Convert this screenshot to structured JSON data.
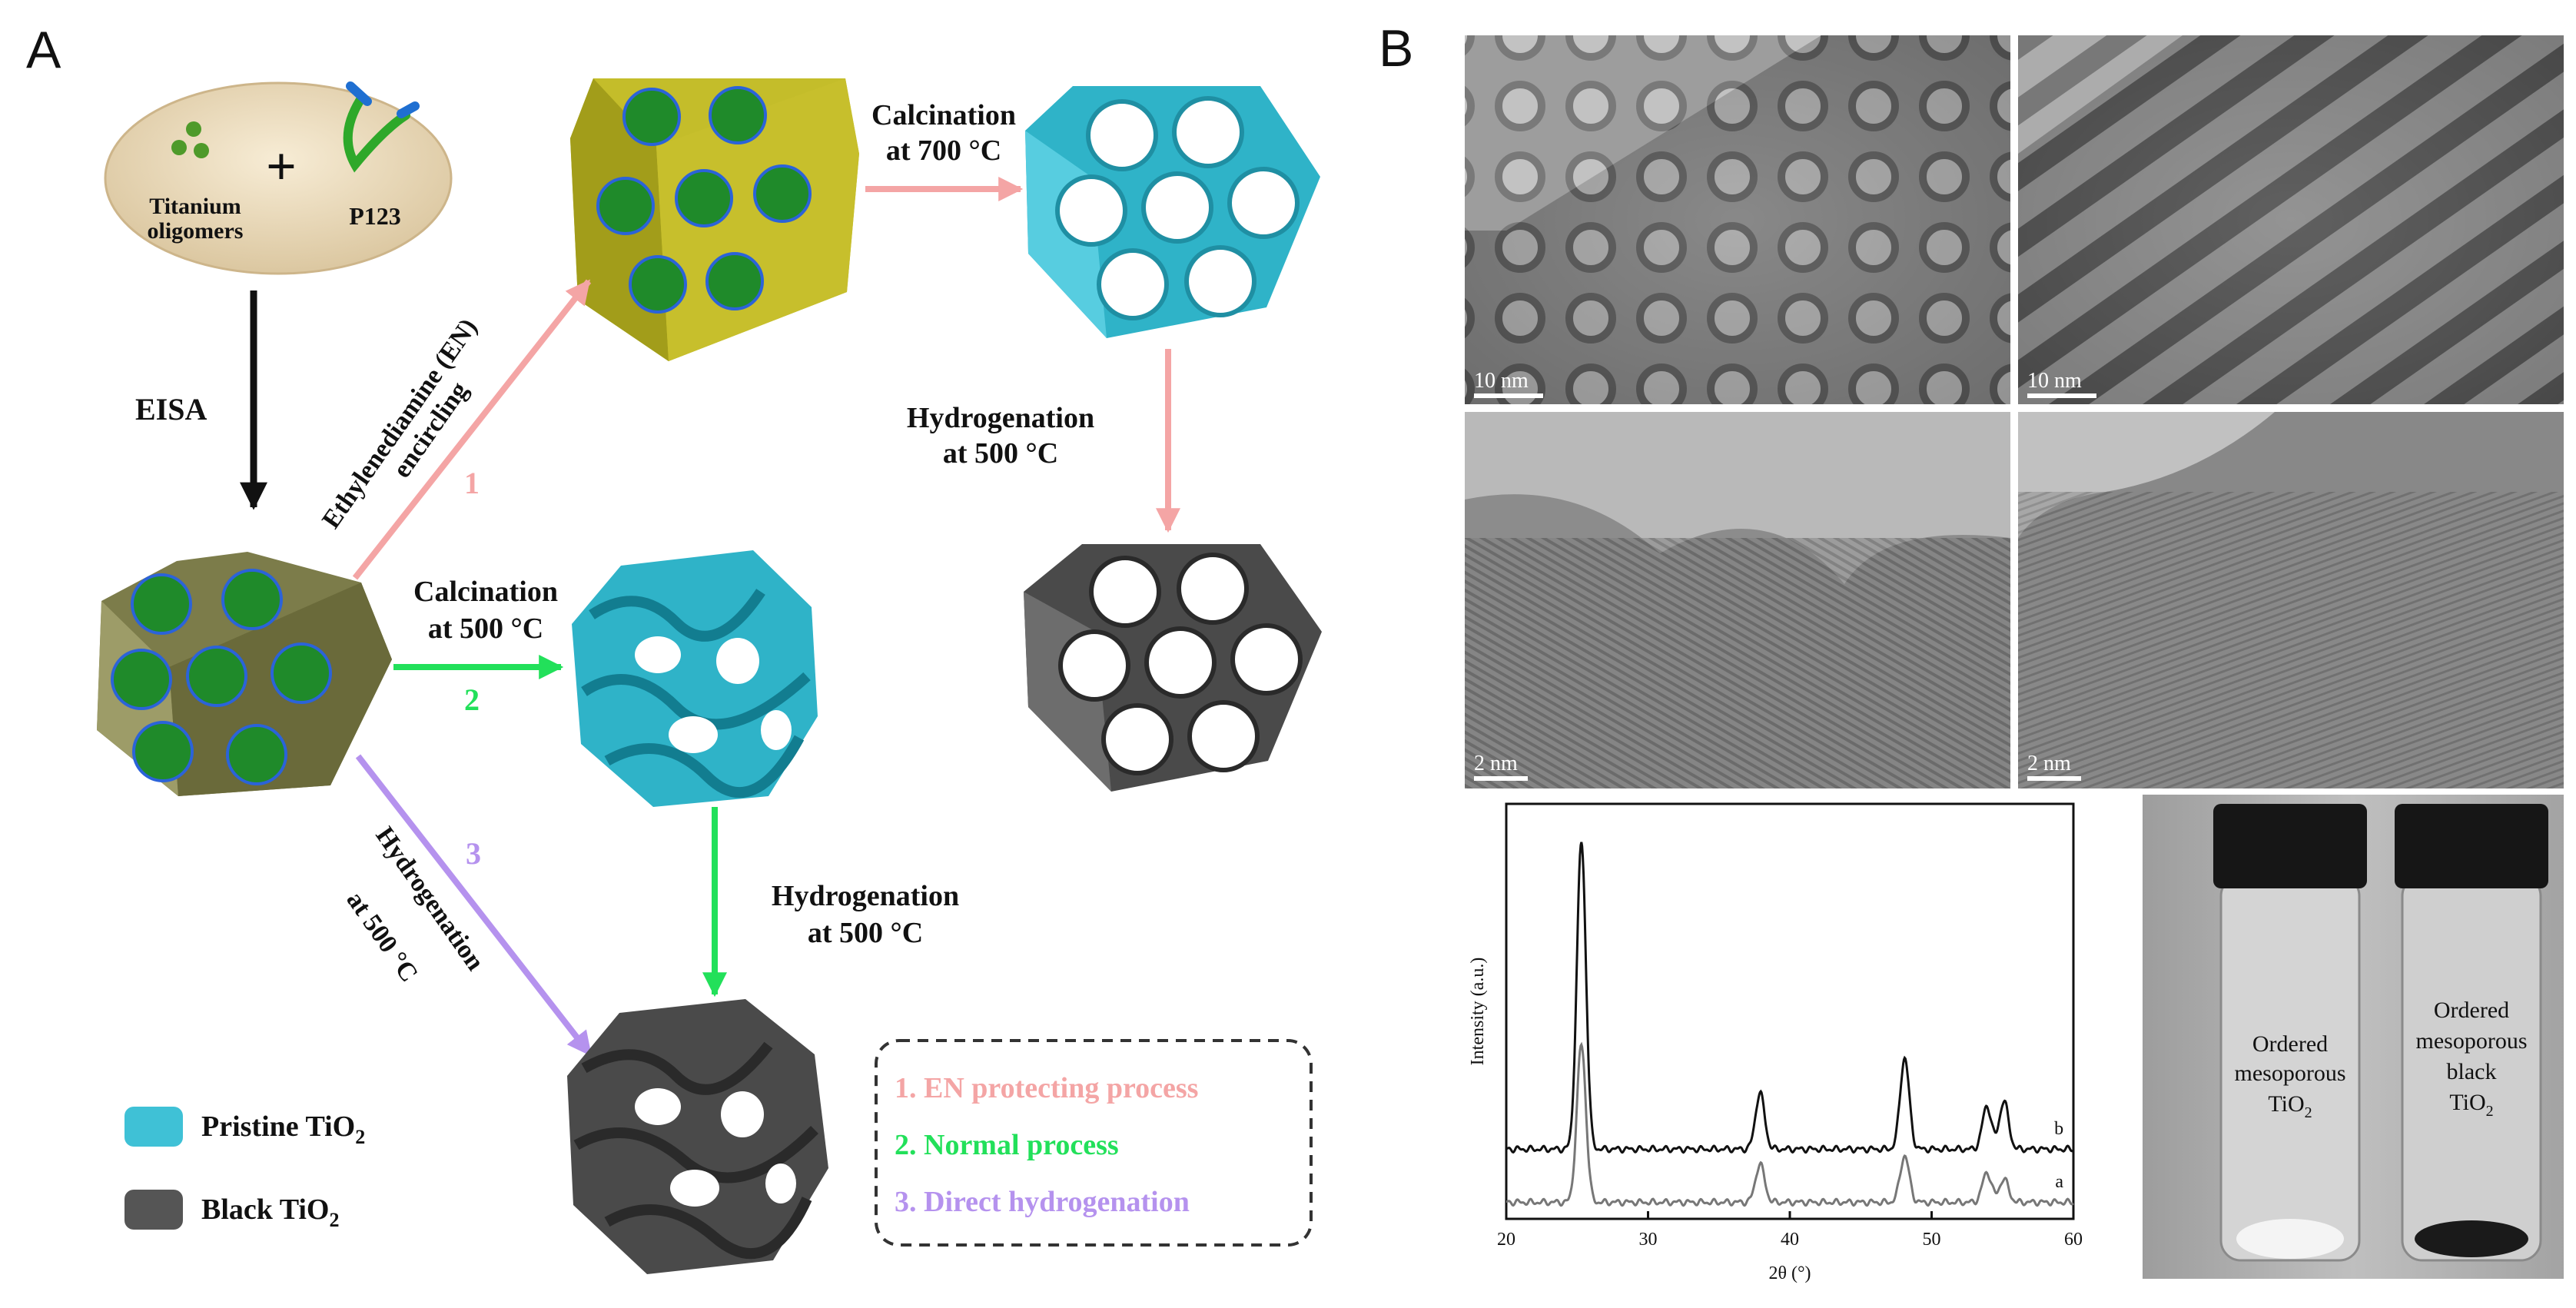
{
  "panels": {
    "a": "A",
    "b": "B"
  },
  "precursors": {
    "titanium_1": "Titanium",
    "titanium_2": "oligomers",
    "plus": "+",
    "p123": "P123"
  },
  "steps": {
    "eisa": "EISA",
    "en_1": "Ethylenediamine (EN)",
    "en_2": "encircling",
    "route1": "1",
    "route2": "2",
    "route3": "3",
    "calc700_1": "Calcination",
    "calc700_2": "at 700 °C",
    "calc500_1": "Calcination",
    "calc500_2": "at 500 °C",
    "hyd_right_1": "Hydrogenation",
    "hyd_right_2": "at 500 °C",
    "hyd_mid_1": "Hydrogenation",
    "hyd_mid_2": "at 500 °C",
    "hyd_diag_1": "Hydrogenation",
    "hyd_diag_2": "at 500 °C"
  },
  "legend": {
    "pristine": "Pristine TiO",
    "pristine_sub": "2",
    "black": "Black TiO",
    "black_sub": "2",
    "pristine_color": "#3fc1d6",
    "black_color": "#555555"
  },
  "processes": {
    "p1": "1. EN protecting process",
    "p2": "2. Normal process",
    "p3": "3. Direct hydrogenation",
    "p1_color": "#f4a5a5",
    "p2_color": "#22e05a",
    "p3_color": "#b592ee"
  },
  "tem": {
    "s1": "10 nm",
    "s2": "10 nm",
    "s3": "2 nm",
    "s4": "2 nm"
  },
  "vials": {
    "left": [
      "Ordered",
      "mesoporous",
      "TiO"
    ],
    "left_sub": "2",
    "right": [
      "Ordered",
      "mesoporous",
      "black",
      "TiO"
    ],
    "right_sub": "2"
  },
  "chart_data": {
    "type": "line",
    "xlabel": "2θ (°)",
    "ylabel": "Intensity (a.u.)",
    "xlim": [
      20,
      60
    ],
    "xticks": [
      20,
      30,
      40,
      50,
      60
    ],
    "series": [
      {
        "name": "a",
        "color": "#777777",
        "baseline": 1.0,
        "peaks": [
          [
            25.3,
            9.5
          ],
          [
            37.9,
            2.3
          ],
          [
            48.1,
            2.8
          ],
          [
            53.9,
            1.8
          ],
          [
            55.1,
            1.4
          ]
        ]
      },
      {
        "name": "b",
        "color": "#111111",
        "baseline": 4.2,
        "peaks": [
          [
            25.3,
            18.5
          ],
          [
            37.9,
            3.4
          ],
          [
            48.1,
            5.5
          ],
          [
            53.9,
            2.6
          ],
          [
            55.1,
            2.9
          ]
        ]
      }
    ]
  }
}
